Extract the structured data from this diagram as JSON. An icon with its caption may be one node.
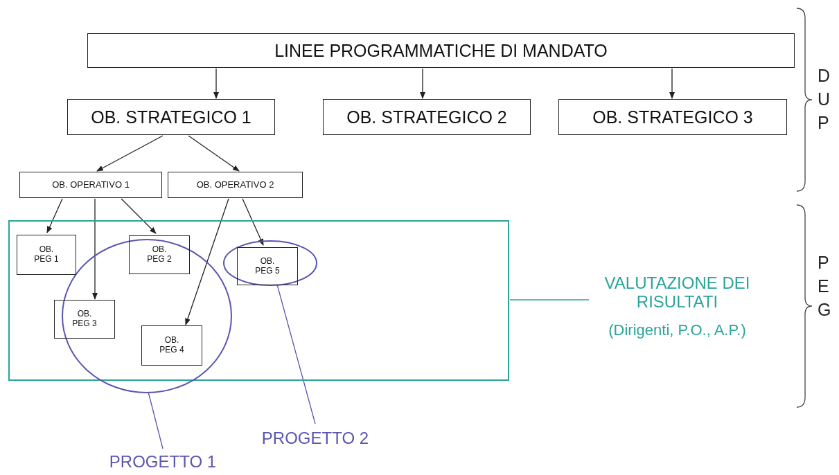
{
  "diagram": {
    "nodes": [
      {
        "text": [
          "LINEE PROGRAMMATICHE DI MANDATO"
        ]
      },
      {
        "text": [
          "OB. STRATEGICO 1"
        ]
      },
      {
        "text": [
          "OB. STRATEGICO 2"
        ]
      },
      {
        "text": [
          "OB. STRATEGICO 3"
        ]
      },
      {
        "text": [
          "OB. OPERATIVO 1"
        ]
      },
      {
        "text": [
          "OB. OPERATIVO 2"
        ]
      },
      {
        "text": [],
        "shape": "box"
      },
      {
        "text": [
          "OB. PEG 1"
        ],
        "in": 6
      },
      {
        "text": [],
        "shape": "circle"
      },
      {
        "text": [
          "OB. PEG 2"
        ],
        "in": 6
      },
      {
        "text": [],
        "shape": "circle",
        "in": 6
      },
      {
        "text": [
          "OB. PEG 5"
        ],
        "in": 10
      },
      {
        "text": [
          "OB. PEG 3"
        ],
        "in": 8
      },
      {
        "text": [
          "OB. PEG 4"
        ],
        "in": 8
      },
      {
        "text": [
          "VALUTAZIONE DEI RISULTATI",
          "(Dirigenti, P.O., A.P.)"
        ]
      },
      {
        "text": [
          "PROGETTO 2"
        ]
      },
      {
        "text": [
          "PROGETTO 1"
        ]
      }
    ],
    "edges": [
      {
        "from": 0,
        "to": 1,
        "arrow": "to"
      },
      {
        "from": 0,
        "to": 2,
        "arrow": "to"
      },
      {
        "from": 0,
        "to": 3,
        "arrow": "to"
      },
      {
        "from": 1,
        "to": 4,
        "arrow": "to"
      },
      {
        "from": 1,
        "to": 5,
        "arrow": "to"
      },
      {
        "from": 4,
        "to": 7,
        "arrow": "to"
      },
      {
        "from": 4,
        "to": 12,
        "arrow": "to"
      },
      {
        "from": 4,
        "to": 9,
        "arrow": "to"
      },
      {
        "from": 5,
        "to": 13,
        "arrow": "to"
      },
      {
        "from": 5,
        "to": 11,
        "arrow": "to"
      },
      {
        "from": 14,
        "to": 6,
        "arrow": "none",
        "color": "#2aa39b"
      },
      {
        "from": 16,
        "to": 8,
        "arrow": "none",
        "color": "#5a55b0"
      },
      {
        "from": 15,
        "to": 10,
        "arrow": "none",
        "color": "#5a55b0"
      }
    ],
    "labels": [
      "D U P",
      "P E G"
    ]
  }
}
